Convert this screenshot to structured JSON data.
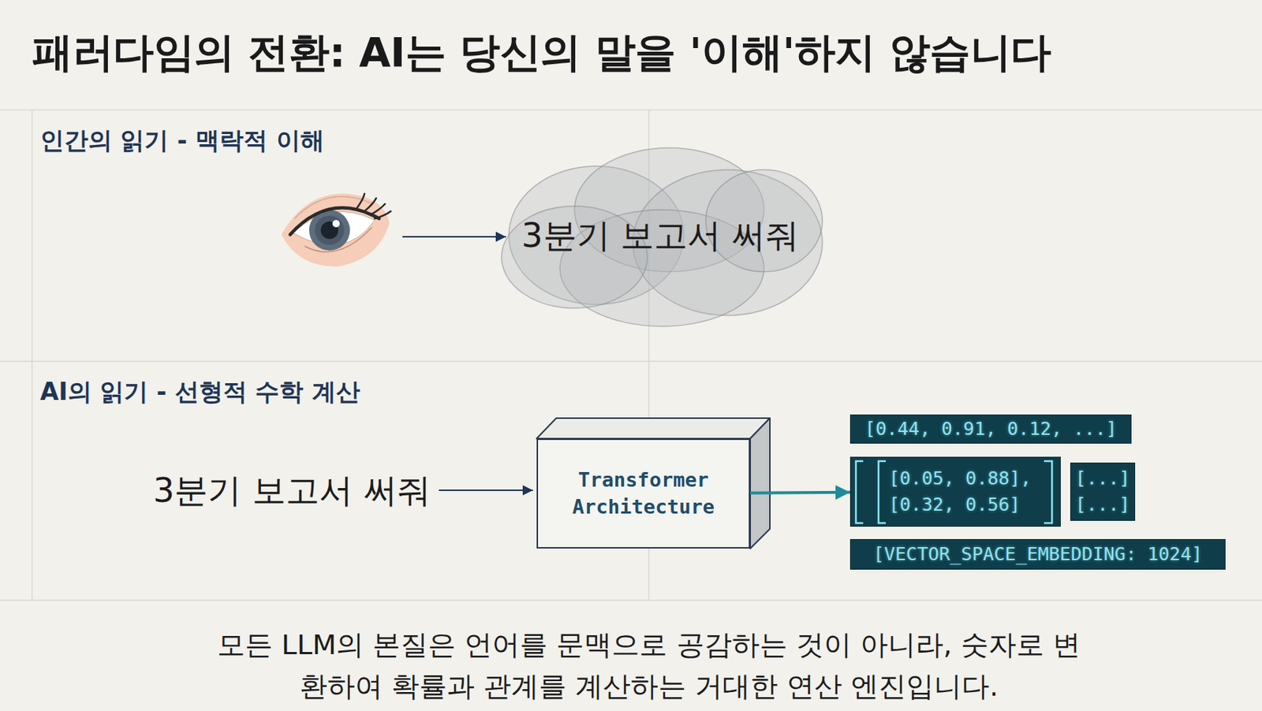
{
  "diagram": {
    "title": "패러다임의 전환: AI는 당신의 말을 '이해'하지 않습니다",
    "caption": "모든 LLM의 본질은 언어를 문맥으로 공감하는 것이 아니라, 숫자로 변환하여 확률과 관계를 계산하는 거대한 연산 엔진입니다.",
    "nodes": [
      {
        "text": [
          "3분기 보고서 써줘"
        ]
      },
      {
        "text": [
          "Transformer Architecture"
        ]
      },
      {
        "text": [
          "[0.44, 0.91, 0.12, ...]"
        ]
      },
      {
        "text": [
          "[0.05, 0.88], [0.32, 0.56]"
        ]
      },
      {
        "text": [
          "[...] [...]"
        ]
      },
      {
        "text": [
          "[VECTOR_SPACE_EMBEDDING: 1024]"
        ]
      }
    ],
    "edges": [
      {
        "from": 1,
        "to": 3,
        "arrow": "to"
      }
    ],
    "labels": [
      "인간의 읽기 - 맥락적 이해",
      "AI의 읽기 - 선형적 수학 계산",
      "3분기 보고서 써줘"
    ]
  }
}
